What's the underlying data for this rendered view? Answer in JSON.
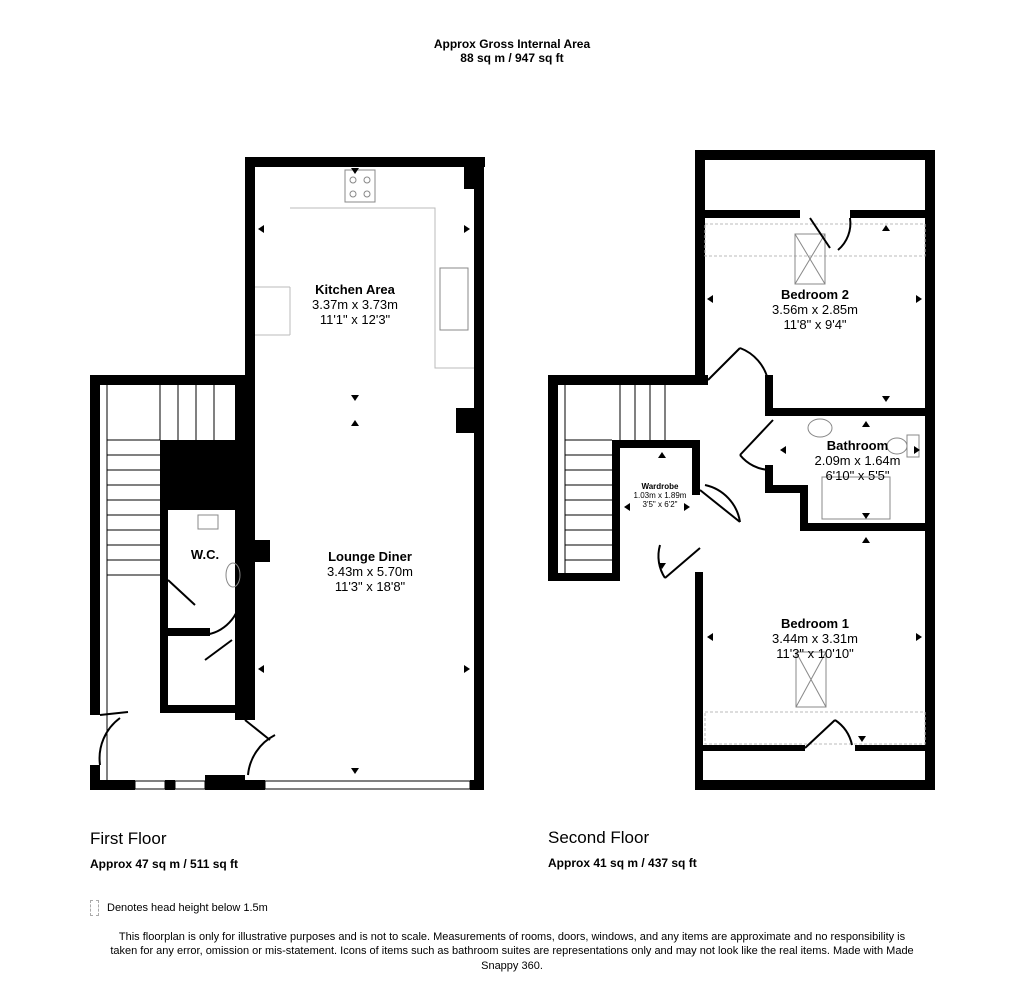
{
  "header": {
    "title": "Approx Gross Internal Area",
    "area": "88 sq m / 947 sq ft"
  },
  "floors": [
    {
      "name": "First Floor",
      "area": "Approx 47 sq m / 511 sq ft"
    },
    {
      "name": "Second Floor",
      "area": "Approx 41 sq m / 437 sq ft"
    }
  ],
  "rooms": {
    "kitchen": {
      "name": "Kitchen Area",
      "metric": "3.37m x 3.73m",
      "imperial": "11'1\" x 12'3\""
    },
    "lounge": {
      "name": "Lounge Diner",
      "metric": "3.43m x 5.70m",
      "imperial": "11'3\" x 18'8\""
    },
    "wc": {
      "name": "W.C."
    },
    "bedroom2": {
      "name": "Bedroom 2",
      "metric": "3.56m x 2.85m",
      "imperial": "11'8\" x 9'4\""
    },
    "bathroom": {
      "name": "Bathroom",
      "metric": "2.09m x 1.64m",
      "imperial": "6'10\" x 5'5\""
    },
    "wardrobe": {
      "name": "Wardrobe",
      "metric": "1.03m x 1.89m",
      "imperial": "3'5\" x 6'2\""
    },
    "bedroom1": {
      "name": "Bedroom 1",
      "metric": "3.44m x 3.31m",
      "imperial": "11'3\" x 10'10\""
    }
  },
  "legend": {
    "text": "Denotes head height below 1.5m"
  },
  "disclaimer": "This floorplan is only for illustrative purposes and is not to scale. Measurements of rooms, doors, windows, and any items are approximate and no responsibility is taken for any error, omission or mis-statement. Icons of items such as bathroom suites are representations only and may not look like the real items. Made with Made Snappy 360."
}
